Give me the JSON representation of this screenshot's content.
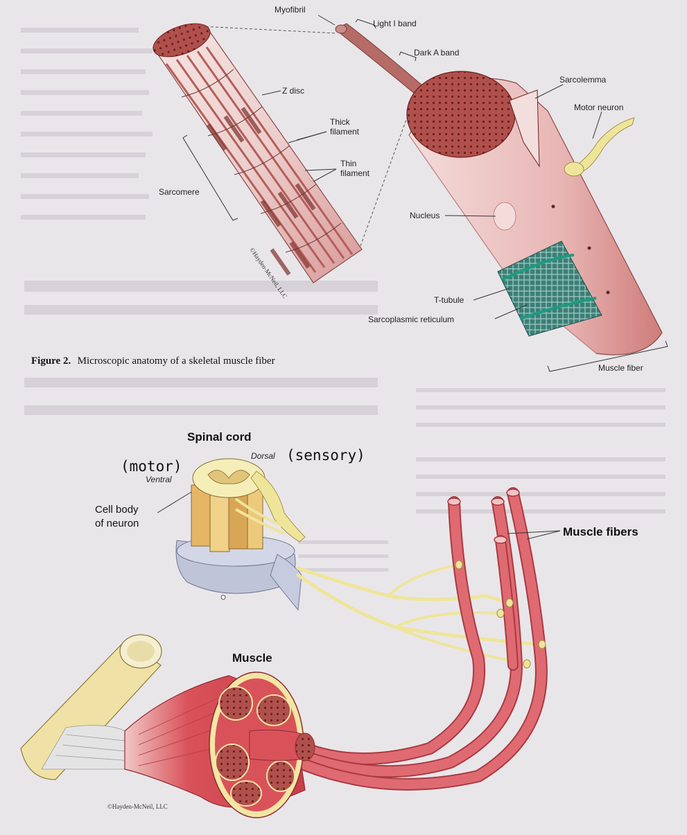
{
  "figure2": {
    "caption_label": "Figure 2.",
    "caption_text": "Microscopic anatomy of a skeletal muscle fiber",
    "labels": {
      "myofibril": "Myofibril",
      "light_i_band": "Light I band",
      "dark_a_band": "Dark A band",
      "z_disc": "Z disc",
      "thick_filament_1": "Thick",
      "thick_filament_2": "filament",
      "thin_filament_1": "Thin",
      "thin_filament_2": "filament",
      "sarcomere": "Sarcomere",
      "sarcolemma": "Sarcolemma",
      "motor_neuron": "Motor neuron",
      "nucleus": "Nucleus",
      "t_tubule": "T-tubule",
      "sarcoplasmic_reticulum": "Sarcoplasmic reticulum",
      "muscle_fiber": "Muscle fiber"
    },
    "credit": "©Hayden-McNeil, LLC"
  },
  "figure3": {
    "labels": {
      "spinal_cord": "Spinal cord",
      "dorsal": "Dorsal",
      "ventral": "Ventral",
      "cell_body_1": "Cell body",
      "cell_body_2": "of neuron",
      "muscle_fibers": "Muscle fibers",
      "muscle": "Muscle"
    },
    "handwritten": {
      "motor": "(motor)",
      "sensory": "(sensory)"
    },
    "credit": "©Hayden-McNeil, LLC"
  },
  "colors": {
    "page": "#e9e6ea",
    "muscle_red": "#d9525a",
    "myofibril_brown": "#8e3a36",
    "fiber_pink": "#ecc6c5",
    "nerve_yellow": "#f3e6a0",
    "reticulum_teal": "#2e6e66"
  }
}
